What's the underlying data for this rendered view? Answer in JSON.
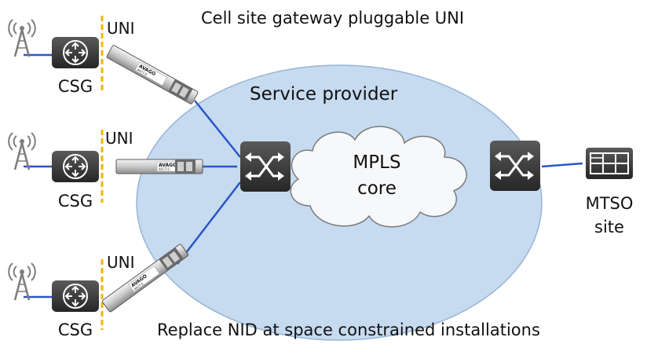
{
  "diagram": {
    "title": "Cell site gateway pluggable UNI",
    "footer": "Replace NID at space constrained installations",
    "provider_label": "Service provider",
    "core_label_line1": "MPLS",
    "core_label_line2": "core",
    "uni_label": "UNI",
    "csg_label": "CSG",
    "mtso_label_line1": "MTSO",
    "mtso_label_line2": "site",
    "sfp_brand": "AVAGO",
    "sfp_model": "AFCT-5",
    "colors": {
      "provider_fill": "#c6daf0",
      "provider_stroke": "#97b4d6",
      "link": "#2a56c6",
      "uni_marker": "#f2b600",
      "device_fill": "#3d3d3d",
      "brand_red": "#d0102a"
    }
  }
}
